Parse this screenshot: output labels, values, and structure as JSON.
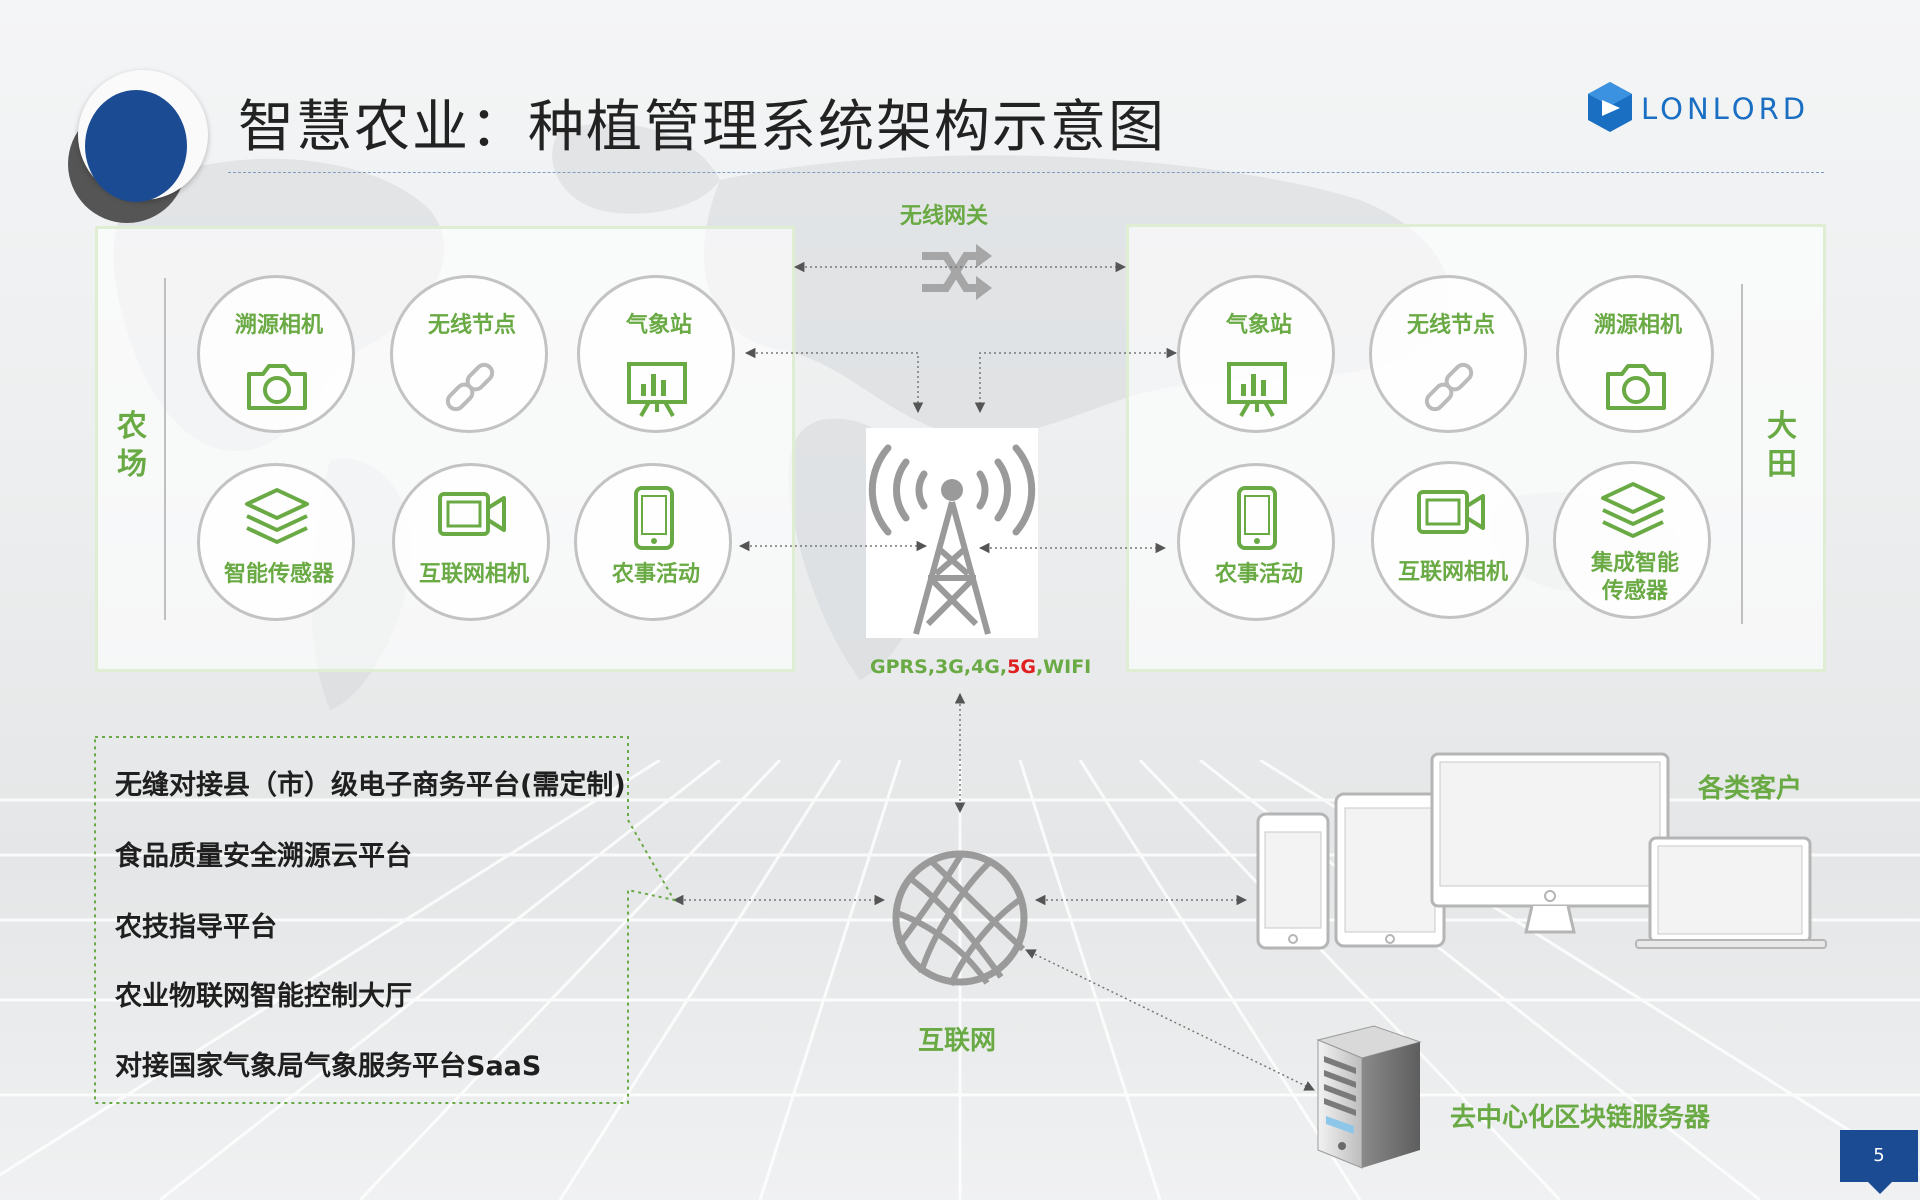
{
  "header": {
    "title": "智慧农业：种植管理系统架构示意图",
    "brand": "LONLORD",
    "brand_color": "#1a6fc3",
    "accent_color": "#1a4b93"
  },
  "gateway": {
    "label": "无线网关",
    "icon": "shuffle-icon"
  },
  "left_panel": {
    "label": "农场",
    "nodes": [
      {
        "label": "溯源相机",
        "icon": "camera-icon"
      },
      {
        "label": "无线节点",
        "icon": "link-icon"
      },
      {
        "label": "气象站",
        "icon": "weather-station-icon"
      },
      {
        "label": "智能传感器",
        "icon": "layers-icon"
      },
      {
        "label": "互联网相机",
        "icon": "video-camera-icon"
      },
      {
        "label": "农事活动",
        "icon": "smartphone-icon"
      }
    ]
  },
  "right_panel": {
    "label": "大田",
    "nodes": [
      {
        "label": "气象站",
        "icon": "weather-station-icon"
      },
      {
        "label": "无线节点",
        "icon": "link-icon"
      },
      {
        "label": "溯源相机",
        "icon": "camera-icon"
      },
      {
        "label": "农事活动",
        "icon": "smartphone-icon"
      },
      {
        "label": "互联网相机",
        "icon": "video-camera-icon"
      },
      {
        "label": "集成智能\n传感器",
        "icon": "layers-icon"
      }
    ]
  },
  "network": {
    "label_prefix": "GPRS,3G,4G,",
    "label_highlight": "5G",
    "label_suffix": ",WIFI",
    "highlight_color": "#e02020",
    "icon": "cell-tower-icon"
  },
  "internet": {
    "label": "互联网",
    "icon": "globe-icon"
  },
  "platforms": [
    "无缝对接县（市）级电子商务平台(需定制)",
    "食品质量安全溯源云平台",
    "农技指导平台",
    "农业物联网智能控制大厅",
    "对接国家气象局气象服务平台SaaS"
  ],
  "clients": {
    "label": "各类客户",
    "icon": "devices-icon"
  },
  "server": {
    "label": "去中心化区块链服务器",
    "icon": "server-icon"
  },
  "page_number": "5",
  "label_color": "#6aaa44"
}
